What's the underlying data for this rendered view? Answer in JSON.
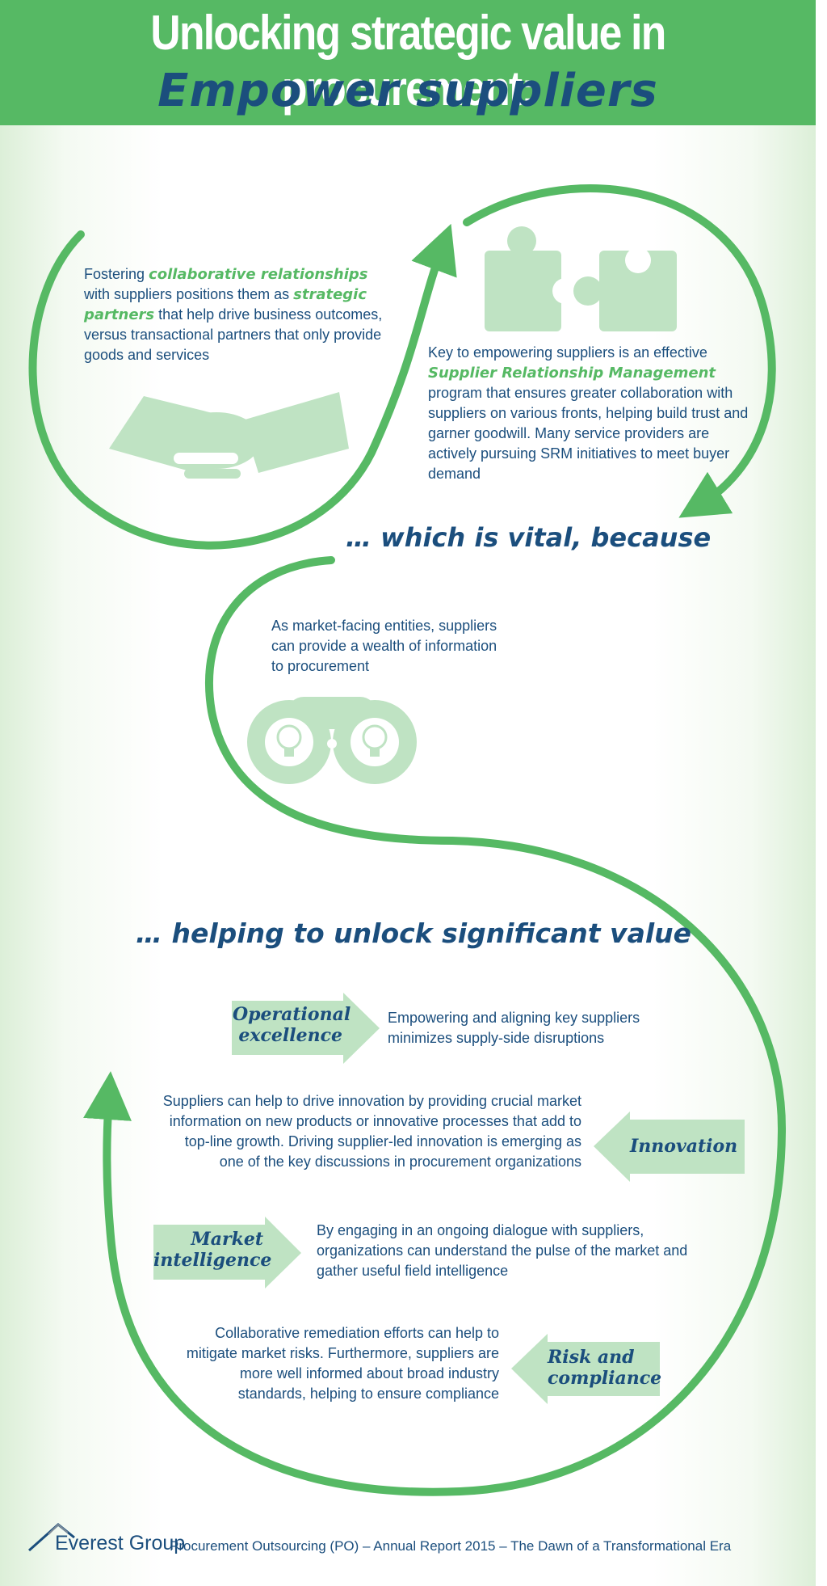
{
  "title": {
    "line1": "Unlocking strategic value in procurement:",
    "line2": "Empower suppliers"
  },
  "section1": {
    "part1": "Fostering ",
    "highlight1": "collaborative relationships",
    "part2": " with suppliers positions them as ",
    "highlight2": "strategic partners",
    "part3": " that help drive business outcomes, versus transactional partners that only provide goods and services"
  },
  "section2": {
    "part1": "Key to empowering suppliers is an effective ",
    "highlight1": "Supplier Relationship Management",
    "part2": " program that ensures greater collaboration with suppliers on various fronts, helping build trust and garner goodwill. Many service providers are actively pursuing SRM initiatives to meet buyer demand"
  },
  "heading_vital": "… which is vital, because",
  "section3": "As market-facing entities, suppliers can provide a wealth of information to procurement",
  "heading_value": "… helping to unlock significant value",
  "benefits": [
    {
      "label_line1": "Operational",
      "label_line2": "excellence",
      "text": "Empowering and aligning key suppliers minimizes supply-side disruptions"
    },
    {
      "label_line1": "Innovation",
      "label_line2": "",
      "text": "Suppliers can help to drive innovation by providing crucial market information on new products or innovative processes that add to top-line growth. Driving supplier-led innovation is emerging as one of the key discussions in procurement organizations"
    },
    {
      "label_line1": "Market",
      "label_line2": "intelligence",
      "text": "By engaging in an ongoing dialogue with suppliers, organizations can understand the pulse of the market and gather useful field intelligence"
    },
    {
      "label_line1": "Risk and",
      "label_line2": "compliance",
      "text": "Collaborative remediation efforts can help to mitigate market risks. Furthermore, suppliers are more well informed about broad industry standards, helping to ensure compliance"
    }
  ],
  "footer": {
    "brand": "Everest Group",
    "text": "Procurement Outsourcing (PO) – Annual Report 2015 – The Dawn of a Transformational Era"
  },
  "colors": {
    "green": "#56b964",
    "light_green": "#bfe3c3",
    "navy": "#1b4e7d"
  },
  "icons": [
    "puzzle-icon",
    "handshake-icon",
    "binoculars-icon",
    "everest-logo-icon"
  ]
}
